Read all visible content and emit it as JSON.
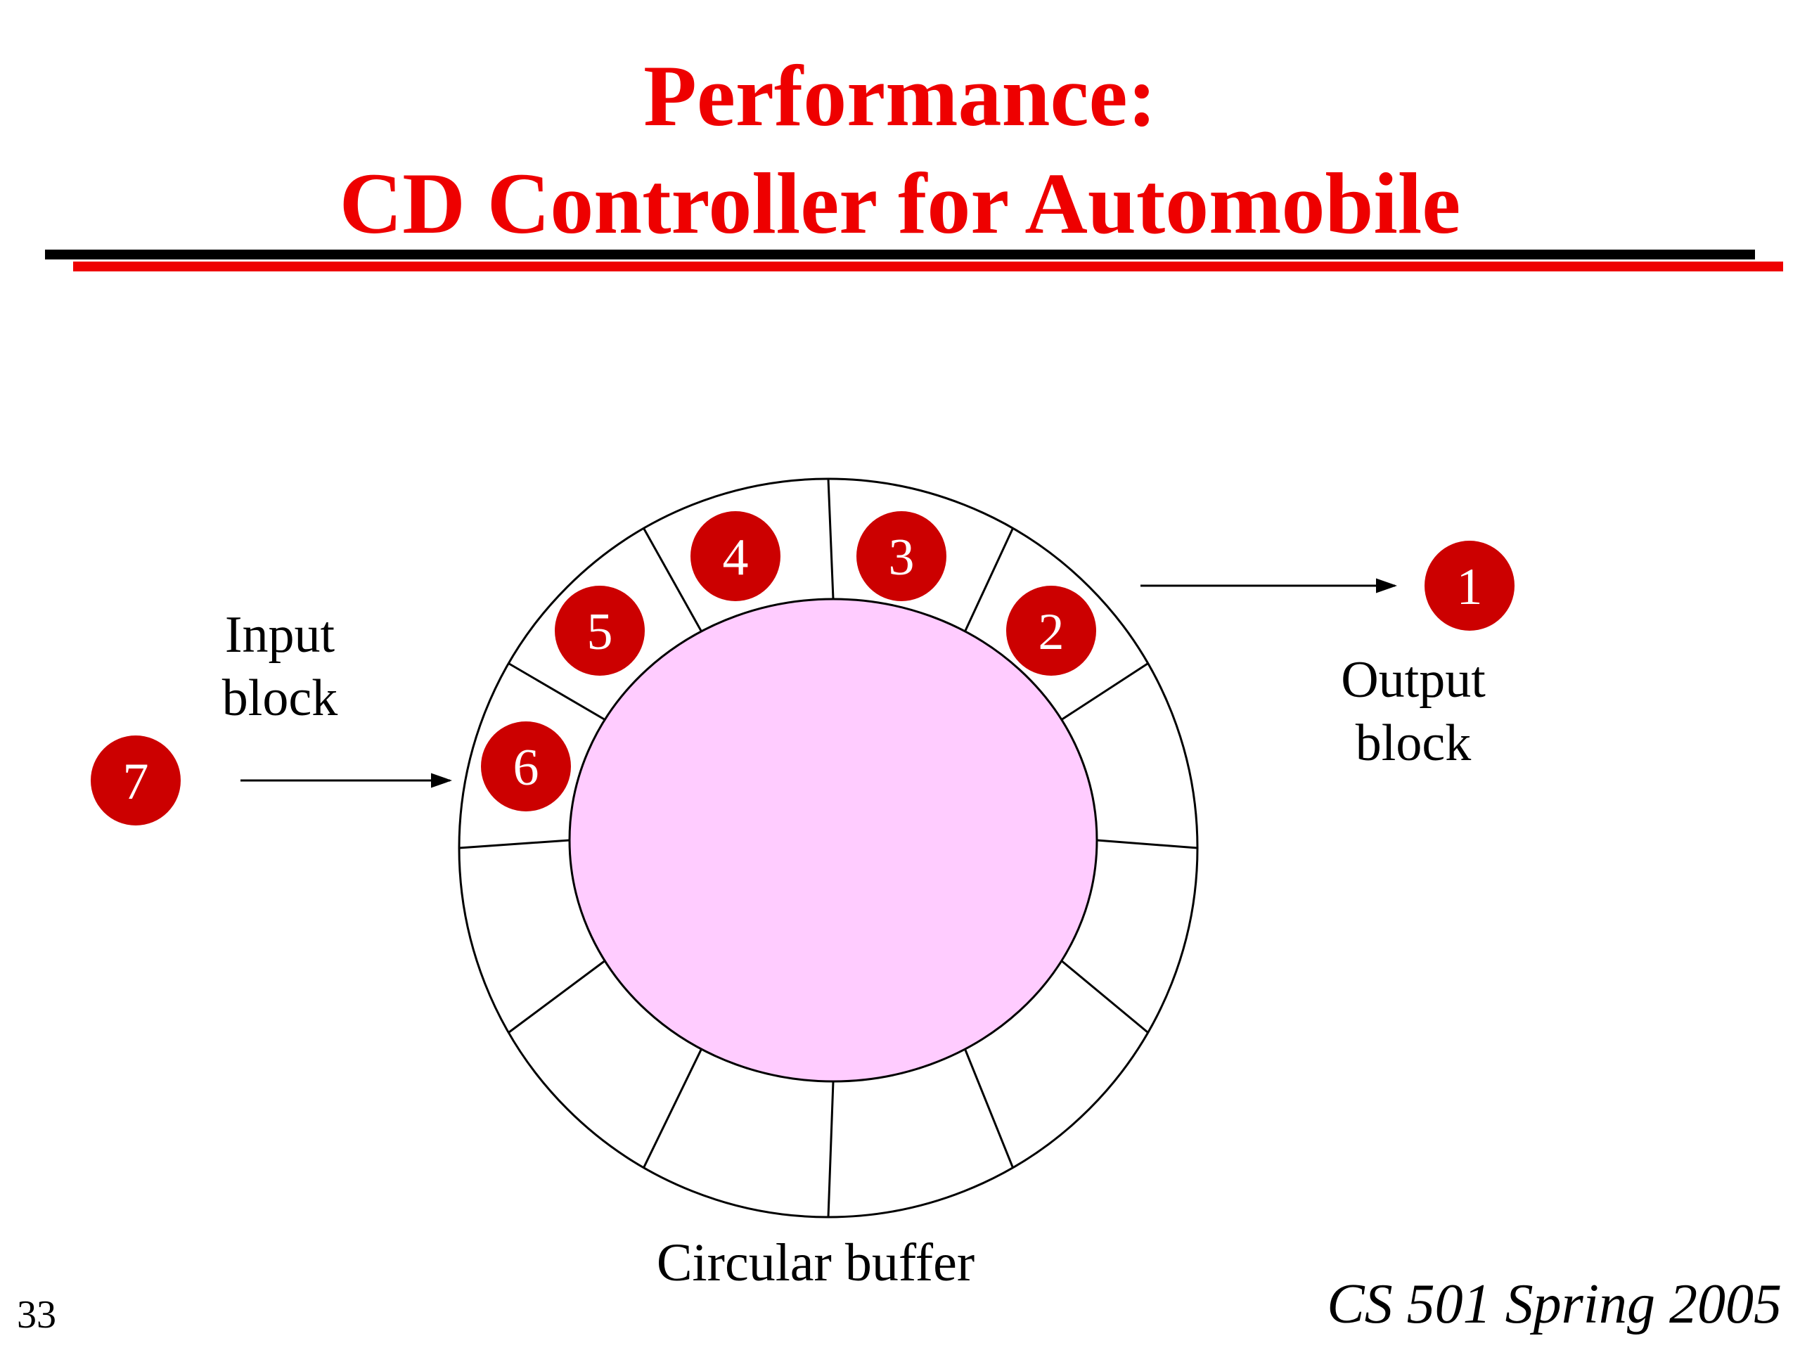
{
  "title": {
    "line1": "Performance:",
    "line2": "CD Controller for Automobile"
  },
  "colors": {
    "title": "#ee0000",
    "rule_black": "#000000",
    "rule_red": "#ee0000",
    "block_fill": "#cc0000",
    "block_text": "#ffffff",
    "buffer_center": "#ffccff",
    "stroke": "#000000"
  },
  "diagram": {
    "buffer_blocks": [
      "2",
      "3",
      "4",
      "5",
      "6"
    ],
    "input_block": "7",
    "output_block": "1",
    "input_label": [
      "Input",
      "block"
    ],
    "output_label": [
      "Output",
      "block"
    ],
    "caption": "Circular buffer",
    "segment_count": 12
  },
  "footer": {
    "course": "CS 501 Spring 2005",
    "page_number": "33"
  }
}
